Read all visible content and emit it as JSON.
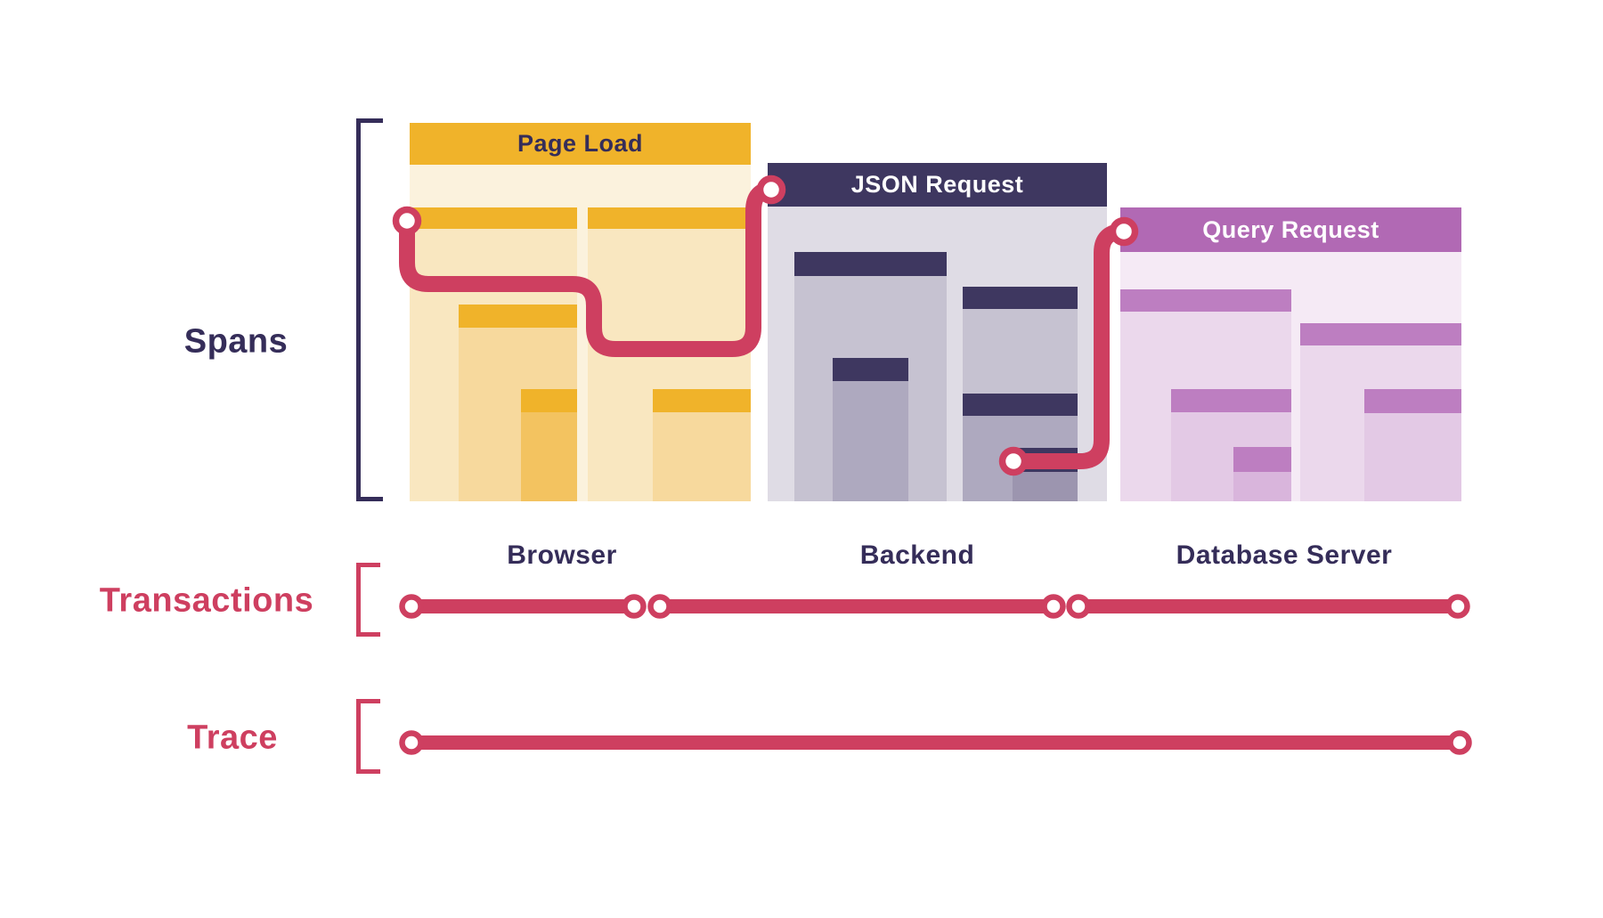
{
  "labels": {
    "spans": "Spans",
    "transactions": "Transactions",
    "trace": "Trace"
  },
  "panels": [
    {
      "title": "Page Load",
      "caption": "Browser"
    },
    {
      "title": "JSON Request",
      "caption": "Backend"
    },
    {
      "title": "Query Request",
      "caption": "Database Server"
    }
  ],
  "colors": {
    "navy_text": "#352D59",
    "crimson": "#CE3F60",
    "gold_header": "#F0B32A",
    "page_panel_body": "#FBF2DD",
    "yellow_span_l1": "#F9E7C0",
    "yellow_span_l2": "#F7D99D",
    "yellow_span_l3": "#F3C360",
    "json_header": "#3E3760",
    "json_panel_body": "#DFDCE5",
    "gray_span_l1": "#C6C2D1",
    "gray_span_l2": "#AEA9BF",
    "gray_span_l3": "#9C95AF",
    "query_header": "#B169B4",
    "query_child_header": "#BD7EC1",
    "query_panel_body": "#F5EAF5",
    "purple_span_l1": "#EBD8EC",
    "purple_span_l2": "#E3C9E5",
    "purple_span_l3": "#D9B5DC",
    "background": "#FFFFFF"
  }
}
